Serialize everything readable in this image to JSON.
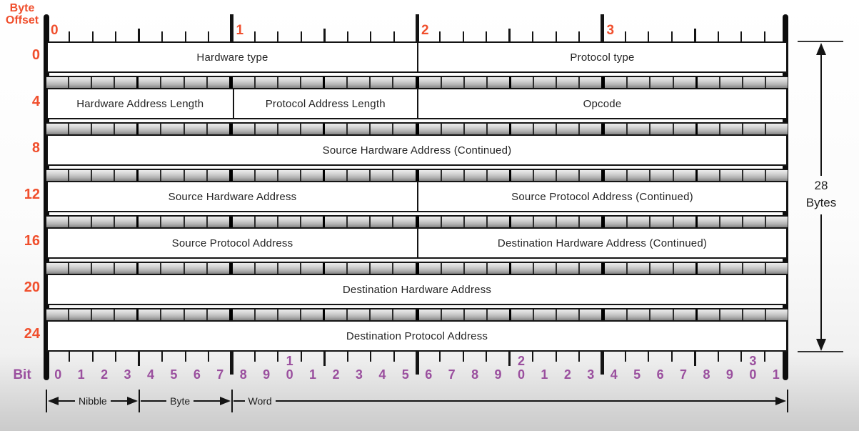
{
  "colors": {
    "accent_orange": "#F04F2D",
    "accent_purple": "#9A4F9E",
    "ink": "#141414",
    "field_text": "#242424"
  },
  "header": {
    "byte_offset_line1": "Byte",
    "byte_offset_line2": "Offset",
    "top_byte_labels": [
      "0",
      "1",
      "2",
      "3"
    ]
  },
  "structure": {
    "rows": [
      {
        "offset": "0",
        "fields": [
          {
            "label": "Hardware type",
            "bits": 16
          },
          {
            "label": "Protocol type",
            "bits": 16
          }
        ]
      },
      {
        "offset": "4",
        "fields": [
          {
            "label": "Hardware Address Length",
            "bits": 8
          },
          {
            "label": "Protocol Address Length",
            "bits": 8
          },
          {
            "label": "Opcode",
            "bits": 16
          }
        ]
      },
      {
        "offset": "8",
        "fields": [
          {
            "label": "Source Hardware Address (Continued)",
            "bits": 32
          }
        ]
      },
      {
        "offset": "12",
        "fields": [
          {
            "label": "Source Hardware Address",
            "bits": 16
          },
          {
            "label": "Source Protocol Address (Continued)",
            "bits": 16
          }
        ]
      },
      {
        "offset": "16",
        "fields": [
          {
            "label": "Source Protocol Address",
            "bits": 16
          },
          {
            "label": "Destination Hardware Address (Continued)",
            "bits": 16
          }
        ]
      },
      {
        "offset": "20",
        "fields": [
          {
            "label": "Destination Hardware Address",
            "bits": 32
          }
        ]
      },
      {
        "offset": "24",
        "fields": [
          {
            "label": "Destination Protocol Address",
            "bits": 32
          }
        ]
      }
    ]
  },
  "bit_ruler": {
    "label": "Bit",
    "numbers": [
      "0",
      "1",
      "2",
      "3",
      "4",
      "5",
      "6",
      "7",
      "8",
      "9",
      "10",
      "1",
      "2",
      "3",
      "4",
      "5",
      "6",
      "7",
      "8",
      "9",
      "20",
      "1",
      "2",
      "3",
      "4",
      "5",
      "6",
      "7",
      "8",
      "9",
      "30",
      "1"
    ]
  },
  "scale": {
    "segments": [
      {
        "label": "Nibble",
        "from_bit": 0,
        "to_bit": 4,
        "style": "double"
      },
      {
        "label": "Byte",
        "from_bit": 4,
        "to_bit": 8,
        "style": "right"
      },
      {
        "label": "Word",
        "from_bit": 8,
        "to_bit": 32,
        "style": "right-long"
      }
    ]
  },
  "size_indicator": {
    "value": "28",
    "unit": "Bytes"
  }
}
